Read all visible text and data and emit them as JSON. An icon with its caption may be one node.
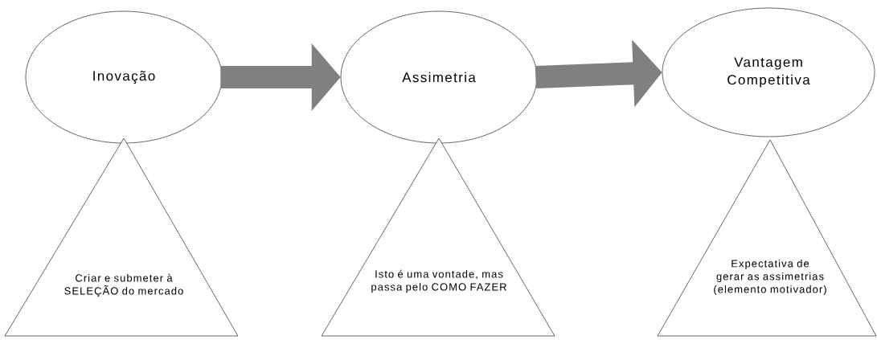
{
  "diagram": {
    "nodes": [
      {
        "text": [
          "Inovação"
        ]
      },
      {
        "text": [
          "Assimetria"
        ]
      },
      {
        "text": [
          "Vantagem Competitiva"
        ]
      },
      {
        "text": [
          "Criar e submeter à SELEÇÃO do mercado"
        ]
      },
      {
        "text": [
          "Isto é uma vontade, mas passa pelo COMO FAZER"
        ]
      },
      {
        "text": [
          "Expectativa de gerar as assimetrias (elemento motivador)"
        ]
      }
    ],
    "edges": [
      {
        "from": 0,
        "to": 1,
        "arrow": "to"
      },
      {
        "from": 1,
        "to": 2,
        "arrow": "to"
      }
    ]
  }
}
